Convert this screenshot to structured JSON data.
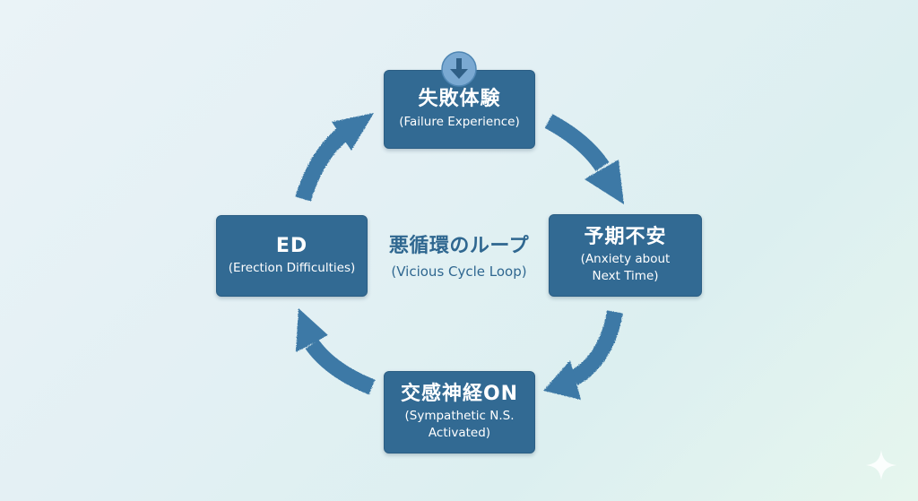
{
  "diagram": {
    "nodes": {
      "top": {
        "jp": "失敗体験",
        "en": "(Failure Experience)"
      },
      "right": {
        "jp": "予期不安",
        "en": "(Anxiety about\nNext Time)"
      },
      "bottom": {
        "jp": "交感神経ON",
        "en": "(Sympathetic N.S.\nActivated)"
      },
      "left": {
        "jp": "ED",
        "en": "(Erection Difficulties)"
      }
    },
    "center": {
      "jp": "悪循環のループ",
      "en": "(Vicious Cycle Loop)"
    },
    "icons": {
      "start": "down-arrow-icon",
      "corner": "sparkle-icon"
    },
    "colors": {
      "node_fill": "#326a93",
      "arrow": "#3d79a6",
      "center_text": "#2f6790",
      "badge": "#6ea0cc"
    }
  }
}
